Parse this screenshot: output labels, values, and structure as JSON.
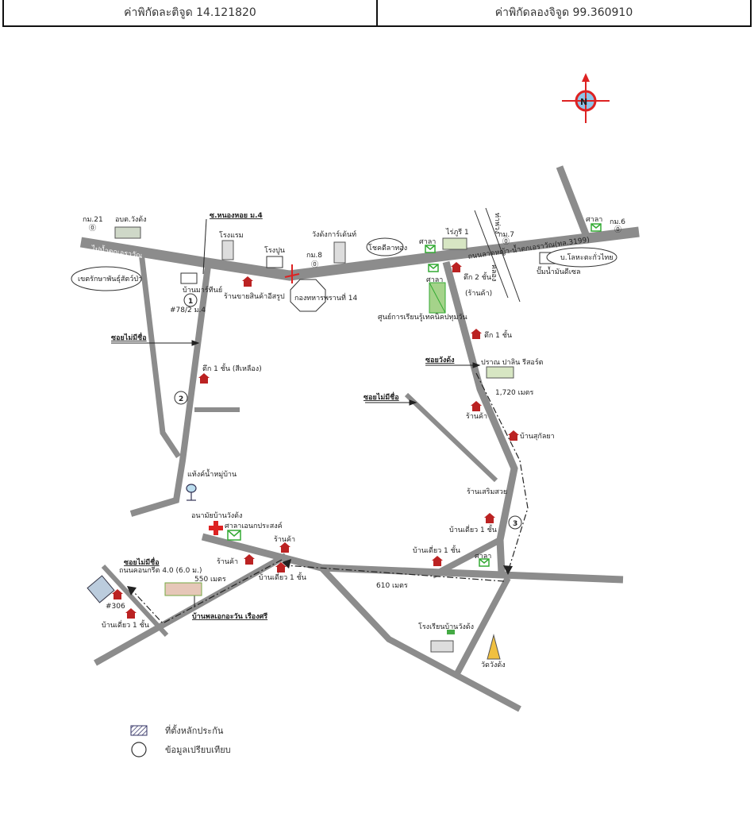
{
  "coords": {
    "lat_label": "ค่าพิกัดละติจูด 14.121820",
    "lon_label": "ค่าพิกัดลองจิจูด 99.360910"
  },
  "compass": {
    "letter": "N"
  },
  "map_labels": {
    "km21": "กม.21",
    "obt": "อบต.วังด้ง",
    "to_namtok_west": "ไปน้ำตกเอราวัณ",
    "tamnak": "เขตรักษาพันธุ์สัตว์ป่า",
    "soi_nongyoi": "ซ.หนองหอย ม.4",
    "hotel": "โรงแรม",
    "ban_martin": "บ้านมาร์ทีนย์",
    "num78": "#78/2 ม.4",
    "no1": "1",
    "shop_food": "ร้านขายสินค้าอีสรูป",
    "cement": "โรงปูน",
    "km8": "กม.8",
    "kormthahan": "กองทหารพรานที่ 14",
    "wang_dong_pavilion": "วังด้งการ์เด้นท์",
    "coffee": "โชคดีลาทอง",
    "sala1": "ศาลา",
    "raiphu": "ไร่ภูรี 1",
    "km7": "กม.7",
    "sala_top": "ศาลา",
    "km6": "กม.6",
    "highway": "ถนนลาดหญ้า-น้ำตกเอราวัณ(ทล.3199)",
    "tha_phuang": "ท่าพ่วง",
    "khlong": "คลอง",
    "pump": "ปั๊มน้ำมันดีเซล",
    "plc_thai": "บ.โลหะตะกั่วไทย",
    "sala2": "ศาลา",
    "tuk2": "ตึก 2 ชั้น",
    "shop_r": "(ร้านค้า)",
    "center": "ศูนย์การเรียนรู้เทคนิคปทุมวัน",
    "soi_nameless1": "ซอยไม่มีชื่อ",
    "tuk1": "ตึก 1 ชั้น",
    "soi_wangdong": "ซอยวังด้ง",
    "resort": "ปราณ ปาลิน รีสอร์ต",
    "tuk1_yellow": "ตึก 1 ชั้น (สีเหลือง)",
    "dist_1720": "1,720 เมตร",
    "no2": "2",
    "soi_nameless2": "ซอยไม่มีชื่อ",
    "shop2": "ร้านค้า",
    "ban_sukaya": "บ้านสุกัลยา",
    "watertank": "แท้งค์น้ำหมู่บ้าน",
    "beauty": "ร้านเสริมสวย",
    "health": "อนามัยบ้านวังด้ง",
    "sala_ann": "ศาลาเอนกประสงค์",
    "ban_single1": "บ้านเดี่ยว 1 ชั้น",
    "no3": "3",
    "shop3": "ร้านค้า",
    "shop4": "ร้านค้า",
    "ban_single2": "บ้านเดี่ยว 1 ชั้น",
    "soi_nameless3": "ซอยไม่มีชื่อ",
    "concrete": "ถนนคอนกรีต 4.0 (6.0 ม.)",
    "dist_550": "550 เมตร",
    "ban_single3": "บ้านเดี่ยว 1 ชั้น",
    "sala3": "ศาลา",
    "num306": "#306",
    "dist_610": "610 เมตร",
    "ban_single4": "บ้านเดี่ยว 1 ชั้น",
    "village": "บ้านพลเอกอะวัน เรืองศรี",
    "school": "โรงเรียนบ้านวังด้ง",
    "temple": "วัดวังด้ง"
  },
  "legend": {
    "collateral": "ที่ตั้งหลักประกัน",
    "comparison": "ข้อมูลเปรียบเทียบ"
  }
}
